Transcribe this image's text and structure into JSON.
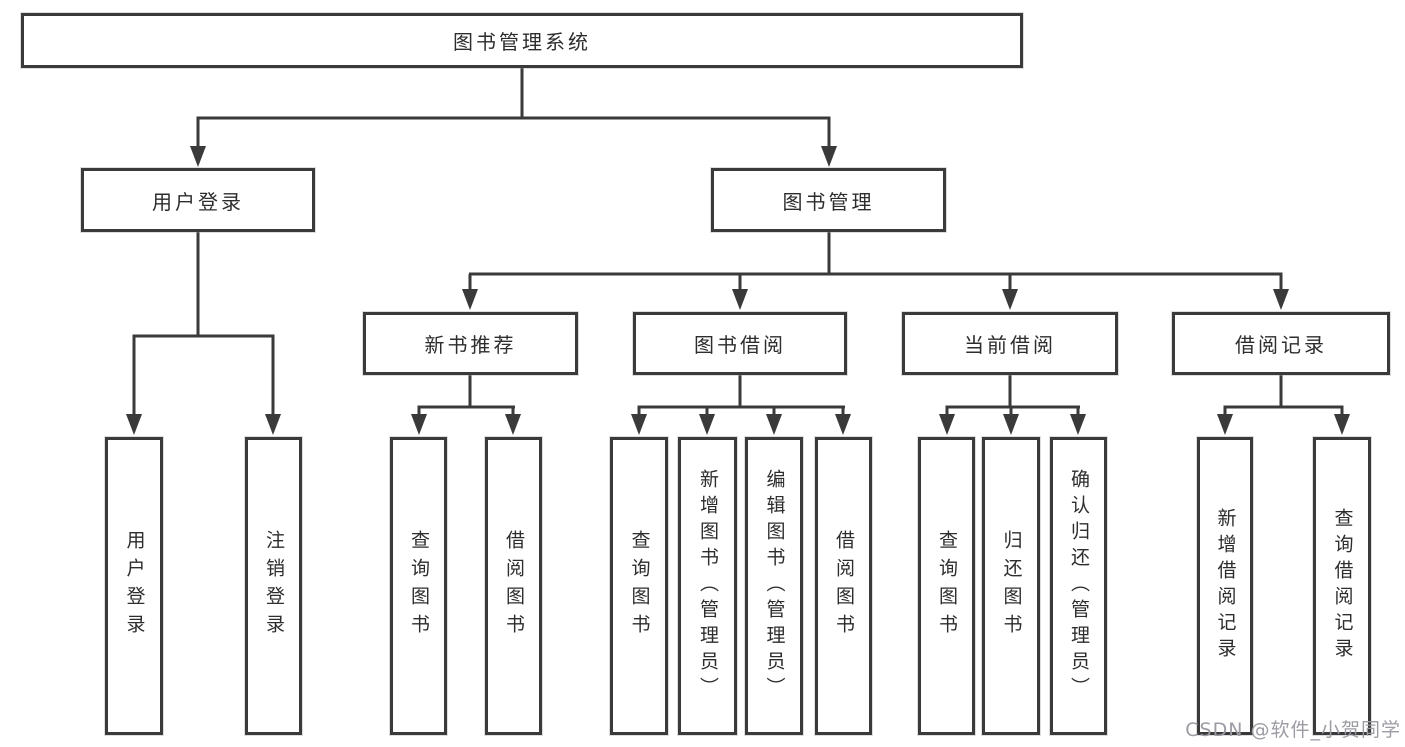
{
  "diagram": {
    "title": "图书管理系统",
    "root": {
      "label": "图书管理系统"
    },
    "branches": [
      {
        "label": "用户登录",
        "children": [
          {
            "label": "用户登录"
          },
          {
            "label": "注销登录"
          }
        ]
      },
      {
        "label": "图书管理",
        "children": [
          {
            "label": "新书推荐",
            "children": [
              {
                "label": "查询图书"
              },
              {
                "label": "借阅图书"
              }
            ]
          },
          {
            "label": "图书借阅",
            "children": [
              {
                "label": "查询图书"
              },
              {
                "label": "新增图书（管理员）"
              },
              {
                "label": "编辑图书（管理员）"
              },
              {
                "label": "借阅图书"
              }
            ]
          },
          {
            "label": "当前借阅",
            "children": [
              {
                "label": "查询图书"
              },
              {
                "label": "归还图书"
              },
              {
                "label": "确认归还（管理员）"
              }
            ]
          },
          {
            "label": "借阅记录",
            "children": [
              {
                "label": "新增借阅记录"
              },
              {
                "label": "查询借阅记录"
              }
            ]
          }
        ]
      }
    ]
  },
  "watermark": {
    "text": "CSDN @软件_小贺同学",
    "color": "#9c9ca4"
  },
  "colors": {
    "line": "#3a3a3a",
    "box_fill": "#ffffff",
    "text": "#2d2d2d",
    "background": "#ffffff"
  }
}
